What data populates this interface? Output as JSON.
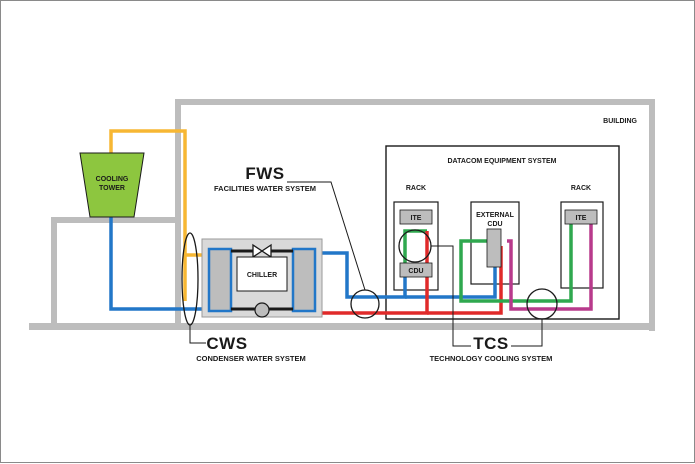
{
  "labels": {
    "building": "BUILDING",
    "datacom": "DATACOM EQUIPMENT SYSTEM",
    "rack_left": "RACK",
    "rack_right": "RACK",
    "ite_left": "ITE",
    "ite_right": "ITE",
    "cdu": "CDU",
    "external_cdu_line1": "EXTERNAL",
    "external_cdu_line2": "CDU",
    "chiller": "CHILLER",
    "cooling_tower_line1": "COOLING",
    "cooling_tower_line2": "TOWER",
    "fws": "FWS",
    "fws_full": "FACILITIES WATER SYSTEM",
    "cws": "CWS",
    "cws_full": "CONDENSER WATER SYSTEM",
    "tcs": "TCS",
    "tcs_full": "TECHNOLOGY COOLING SYSTEM"
  },
  "colors": {
    "building_wall": "#bdbdbd",
    "condenser_supply": "#f7b733",
    "cold_water": "#2277c8",
    "hot_water": "#e02a2a",
    "tech_green": "#2fa84f",
    "tech_magenta": "#b83a8c",
    "cooling_tower": "#8dc63f",
    "chiller_fill": "#d9d9d9"
  }
}
